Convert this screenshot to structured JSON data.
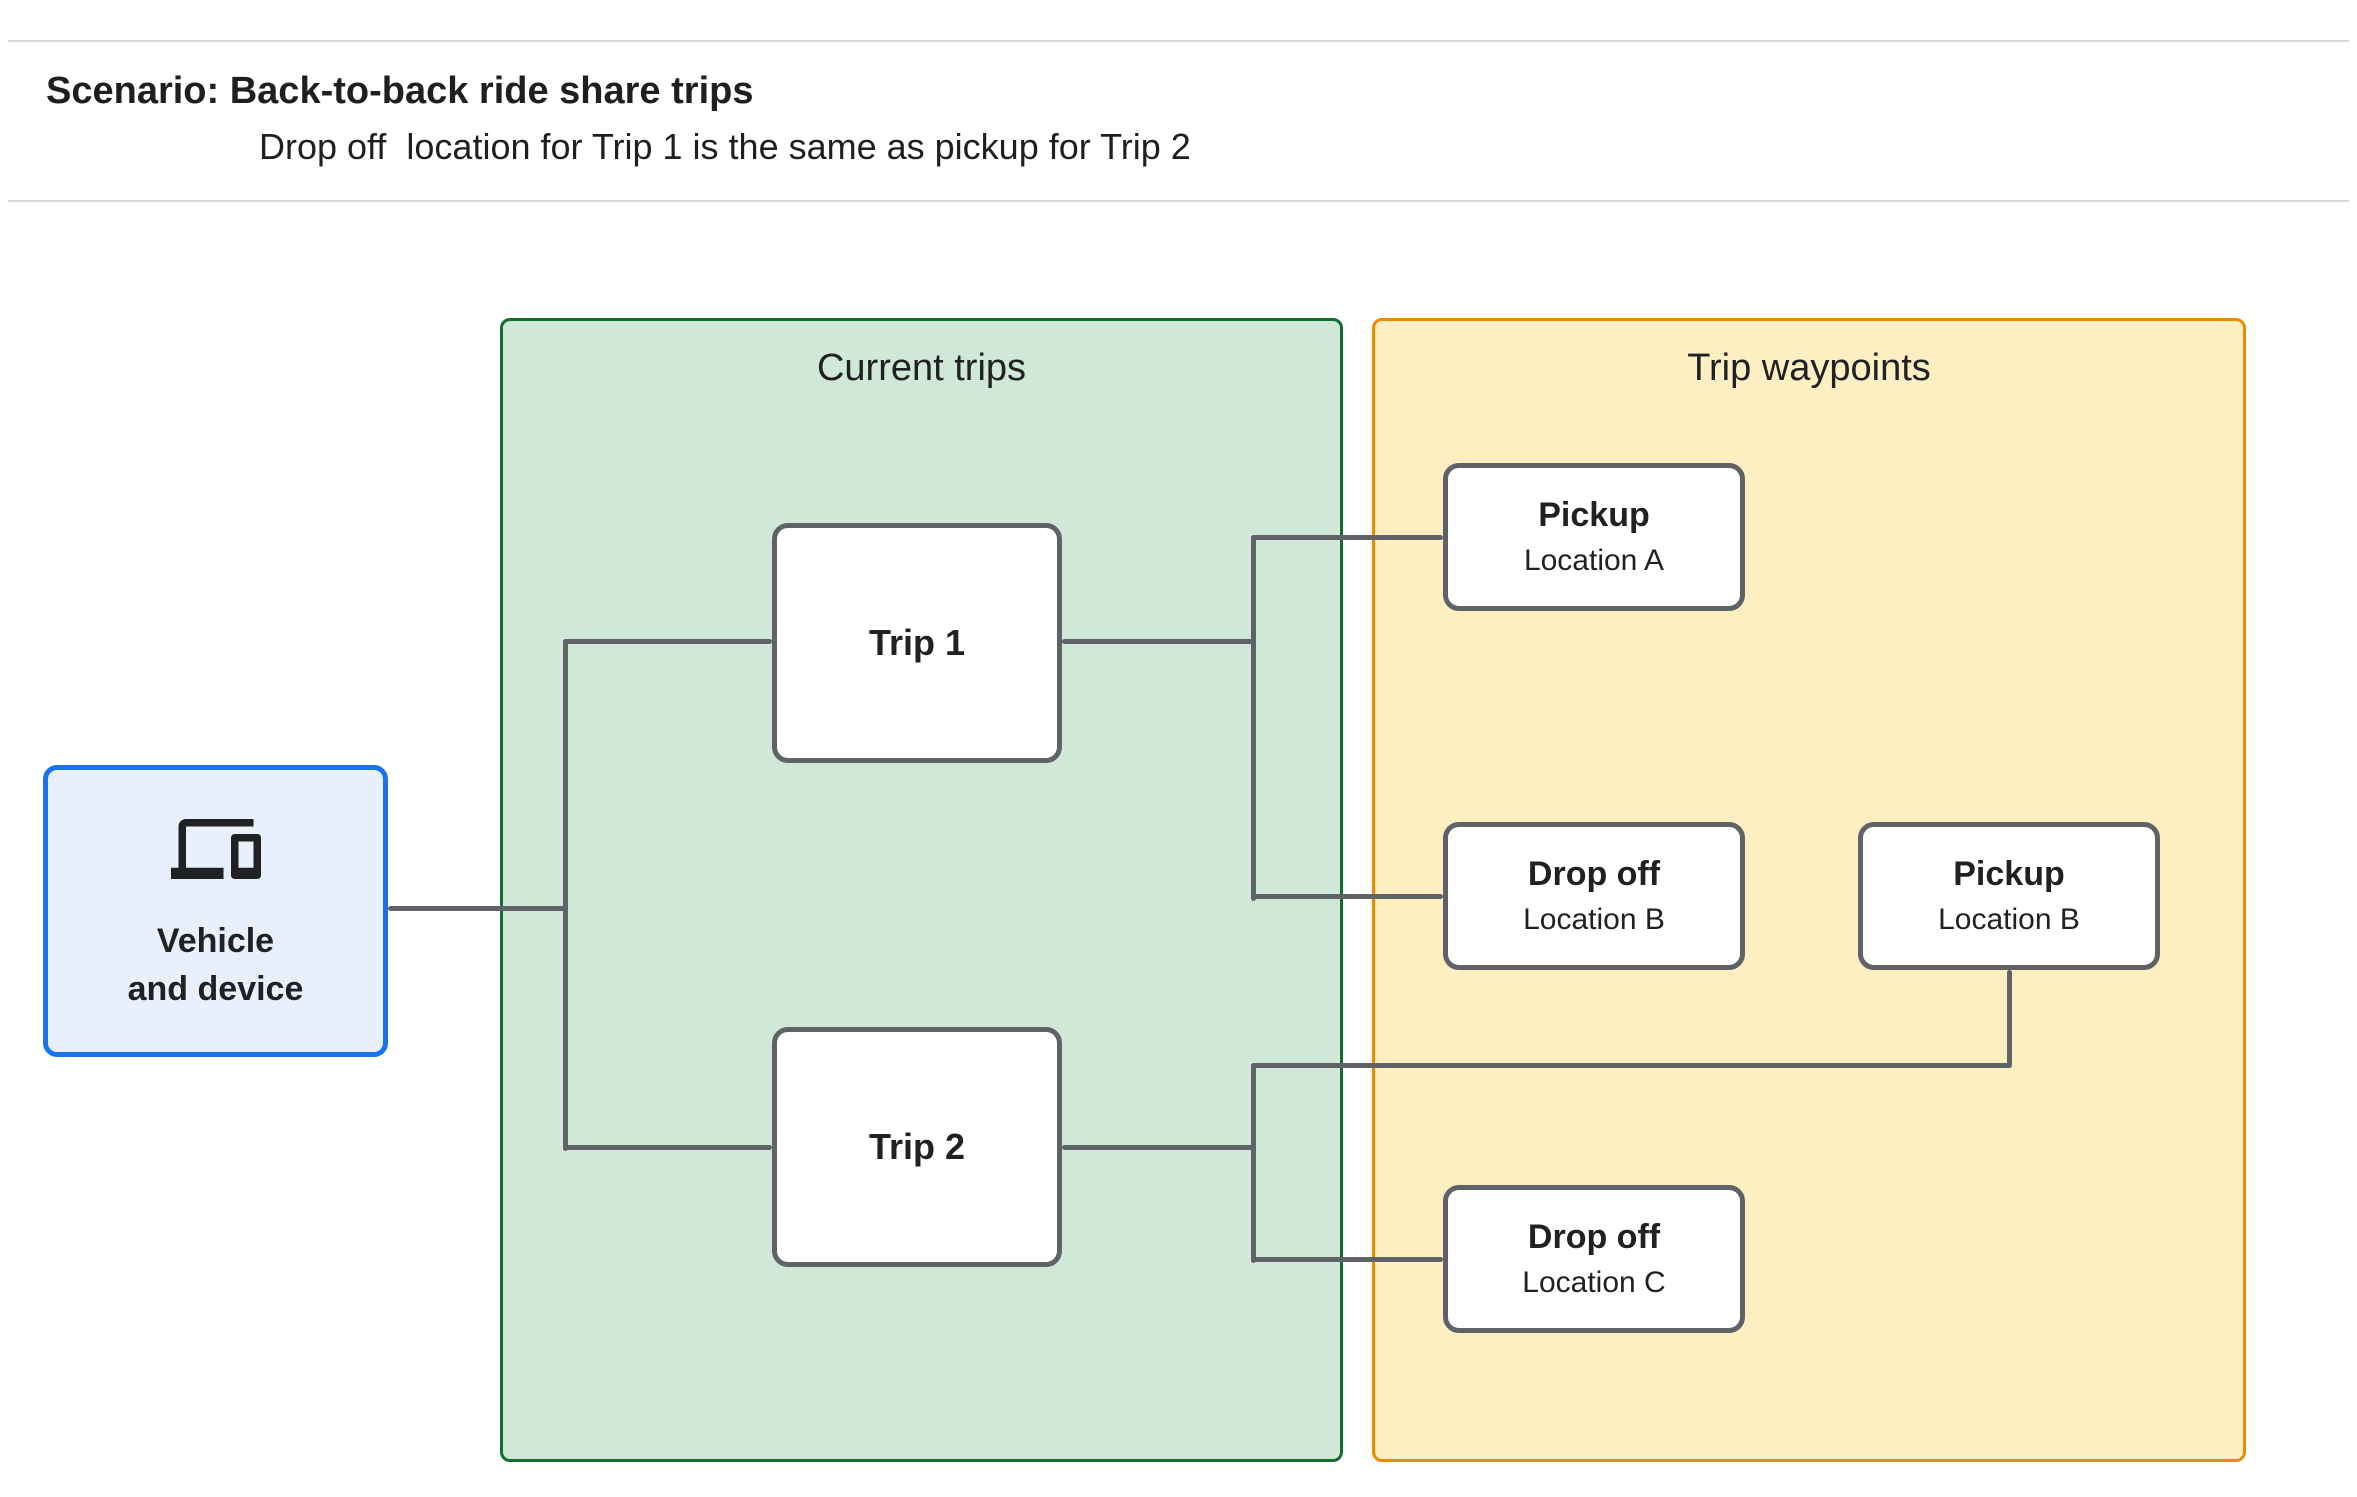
{
  "header": {
    "title": "Scenario: Back-to-back ride share trips",
    "subtitle": "Drop off  location for Trip 1 is the same as pickup for Trip 2"
  },
  "panels": {
    "current_trips": {
      "label": "Current trips"
    },
    "trip_waypoints": {
      "label": "Trip waypoints"
    }
  },
  "nodes": {
    "vehicle": {
      "label_line1": "Vehicle",
      "label_line2": "and device",
      "icon": "devices-icon"
    },
    "trip1": {
      "label": "Trip 1"
    },
    "trip2": {
      "label": "Trip 2"
    },
    "pickup_a": {
      "title": "Pickup",
      "subtitle": "Location A"
    },
    "dropoff_b": {
      "title": "Drop off",
      "subtitle": "Location B"
    },
    "pickup_b": {
      "title": "Pickup",
      "subtitle": "Location B"
    },
    "dropoff_c": {
      "title": "Drop off",
      "subtitle": "Location C"
    }
  },
  "colors": {
    "accent_blue": "#1a73e8",
    "blue_fill": "#e8f0fe",
    "green_border": "#146c2e",
    "green_fill": "#cfe8d8",
    "orange_border": "#ef8a00",
    "orange_fill": "#feefc3",
    "connector_gray": "#5f6368",
    "node_border_gray": "#5f6368",
    "text_dark": "#202124",
    "divider_gray": "#d8d8d8"
  }
}
